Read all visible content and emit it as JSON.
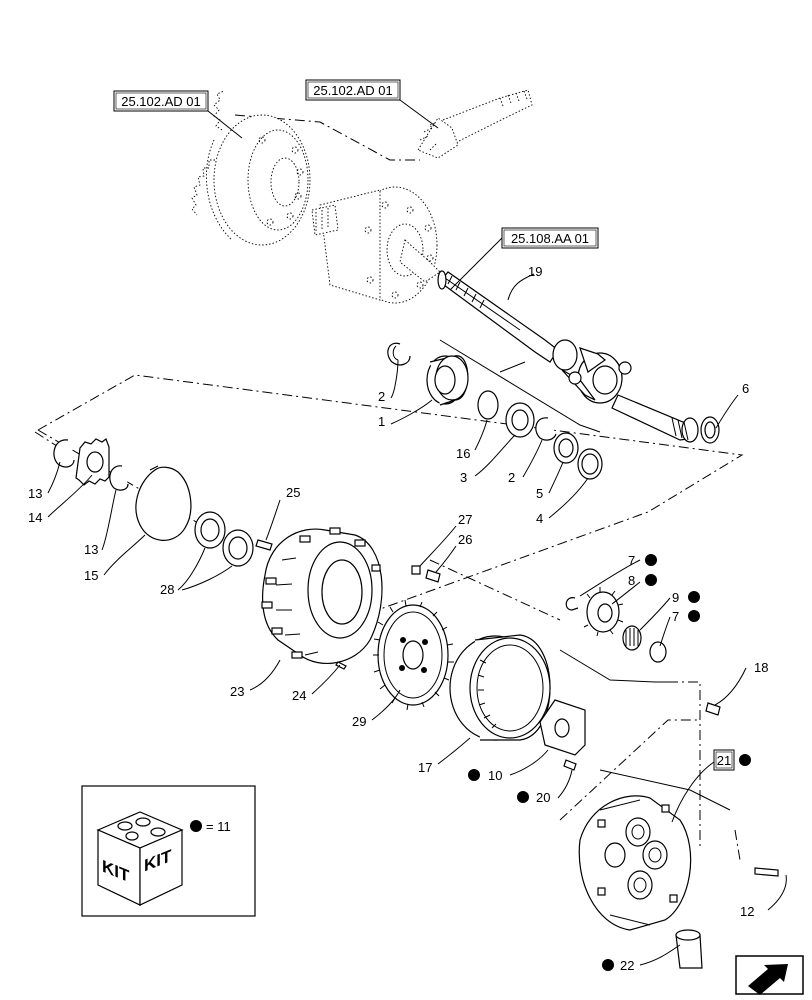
{
  "refs": {
    "ring_gear_ref": "25.102.AD 01",
    "pinion_ref": "25.102.AD 01",
    "axle_ref": "25.108.AA 01",
    "carrier_ref": "21"
  },
  "callouts": {
    "c1": "1",
    "c2a": "2",
    "c2b": "2",
    "c3": "3",
    "c4": "4",
    "c5": "5",
    "c6": "6",
    "c7a": "7",
    "c7b": "7",
    "c8": "8",
    "c9": "9",
    "c10": "10",
    "c12": "12",
    "c13a": "13",
    "c13b": "13",
    "c14": "14",
    "c15": "15",
    "c16": "16",
    "c17": "17",
    "c18": "18",
    "c19": "19",
    "c20": "20",
    "c22": "22",
    "c23": "23",
    "c24": "24",
    "c25": "25",
    "c26": "26",
    "c27": "27",
    "c28": "28",
    "c29": "29"
  },
  "kit_legend": {
    "kit_text_1": "KIT",
    "kit_text_2": "KIT",
    "equals_text": "= 11"
  }
}
